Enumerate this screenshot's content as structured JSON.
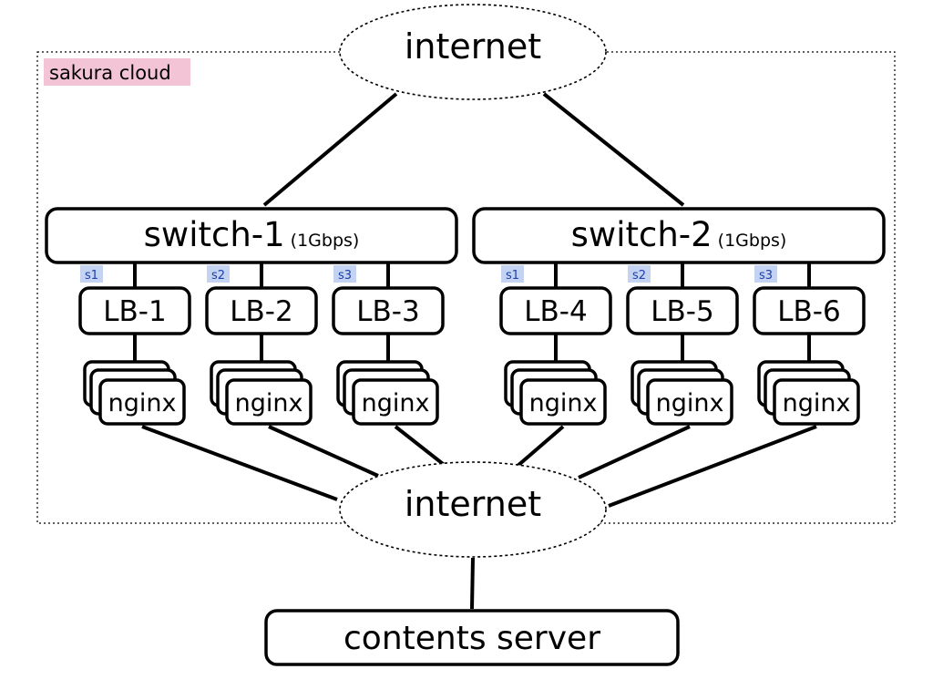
{
  "region": {
    "label": "sakura cloud",
    "color": "#f3c4d6"
  },
  "internet_top": {
    "label": "internet"
  },
  "internet_bottom": {
    "label": "internet"
  },
  "switches": [
    {
      "name": "switch-1",
      "speed": "(1Gbps)"
    },
    {
      "name": "switch-2",
      "speed": "(1Gbps)"
    }
  ],
  "lbs": [
    {
      "name": "LB-1",
      "segment": "s1",
      "worker": "nginx"
    },
    {
      "name": "LB-2",
      "segment": "s2",
      "worker": "nginx"
    },
    {
      "name": "LB-3",
      "segment": "s3",
      "worker": "nginx"
    },
    {
      "name": "LB-4",
      "segment": "s1",
      "worker": "nginx"
    },
    {
      "name": "LB-5",
      "segment": "s2",
      "worker": "nginx"
    },
    {
      "name": "LB-6",
      "segment": "s3",
      "worker": "nginx"
    }
  ],
  "server": {
    "label": "contents server"
  },
  "colors": {
    "segment_tag_bg": "#c5d3f3",
    "region_tag_bg": "#f3c4d6",
    "line": "#000000"
  }
}
